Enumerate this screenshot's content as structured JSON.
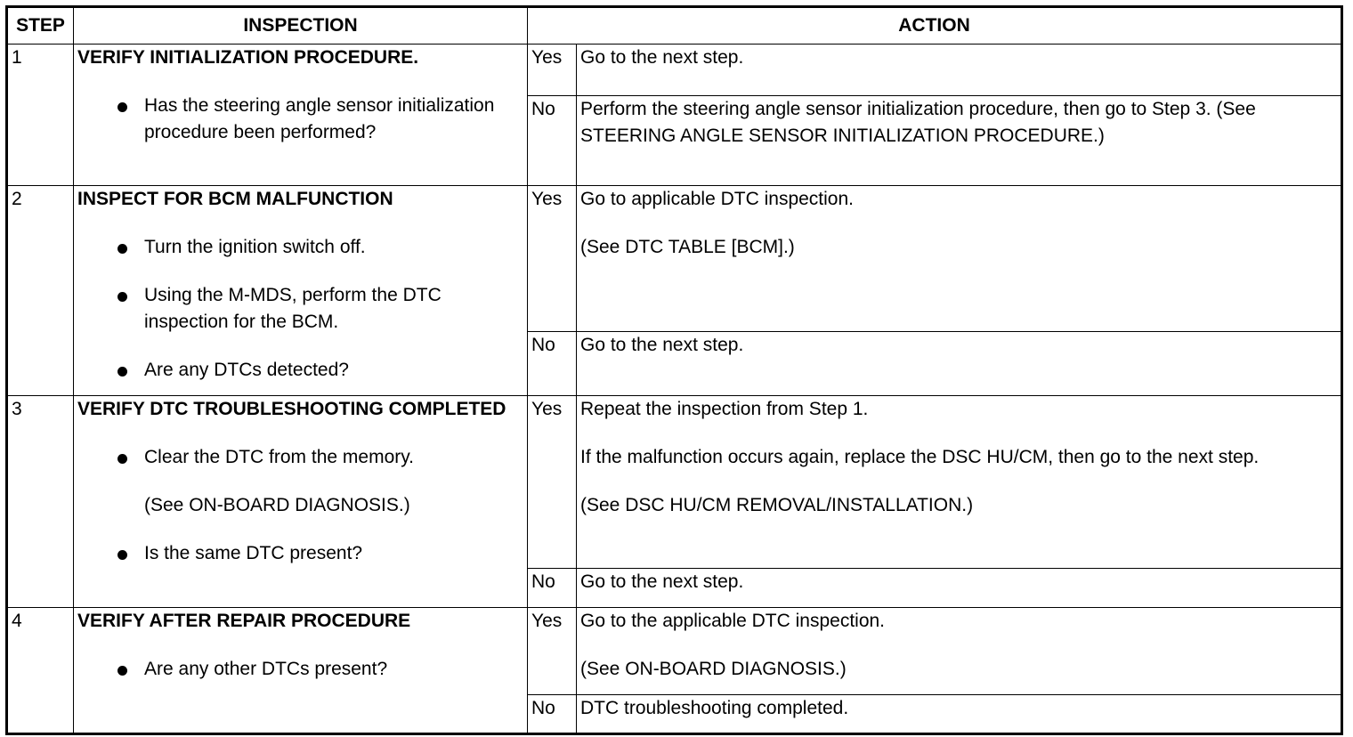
{
  "headers": {
    "step": "STEP",
    "inspection": "INSPECTION",
    "action": "ACTION"
  },
  "steps": [
    {
      "number": "1",
      "title": "VERIFY INITIALIZATION PROCEDURE.",
      "bullets": [
        "Has the steering angle sensor initialization procedure been performed?"
      ],
      "yes": {
        "label": "Yes",
        "actions": [
          "Go to the next step."
        ]
      },
      "no": {
        "label": "No",
        "actions": [
          "Perform the steering angle sensor initialization procedure, then go to Step 3. (See STEERING ANGLE SENSOR INITIALIZATION PROCEDURE.)"
        ]
      }
    },
    {
      "number": "2",
      "title": "INSPECT FOR BCM MALFUNCTION",
      "bullets": [
        "Turn the ignition switch off.",
        "Using the M-MDS, perform the DTC inspection for the BCM.",
        "Are any DTCs detected?"
      ],
      "yes": {
        "label": "Yes",
        "actions": [
          "Go to applicable DTC inspection.",
          "(See DTC TABLE [BCM].)"
        ]
      },
      "no": {
        "label": "No",
        "actions": [
          "Go to the next step."
        ]
      }
    },
    {
      "number": "3",
      "title": "VERIFY DTC TROUBLESHOOTING COMPLETED",
      "bullets": [
        "Clear the DTC from the memory.",
        "Is the same DTC present?"
      ],
      "sub_note": "(See ON-BOARD DIAGNOSIS.)",
      "yes": {
        "label": "Yes",
        "actions": [
          "Repeat the inspection from Step 1.",
          "If the malfunction occurs again, replace the DSC HU/CM, then go to the next step.",
          "(See DSC HU/CM REMOVAL/INSTALLATION.)"
        ]
      },
      "no": {
        "label": "No",
        "actions": [
          "Go to the next step."
        ]
      }
    },
    {
      "number": "4",
      "title": "VERIFY AFTER REPAIR PROCEDURE",
      "bullets": [
        "Are any other DTCs present?"
      ],
      "yes": {
        "label": "Yes",
        "actions": [
          "Go to the applicable DTC inspection.",
          "(See ON-BOARD DIAGNOSIS.)"
        ]
      },
      "no": {
        "label": "No",
        "actions": [
          "DTC troubleshooting completed."
        ]
      }
    }
  ]
}
